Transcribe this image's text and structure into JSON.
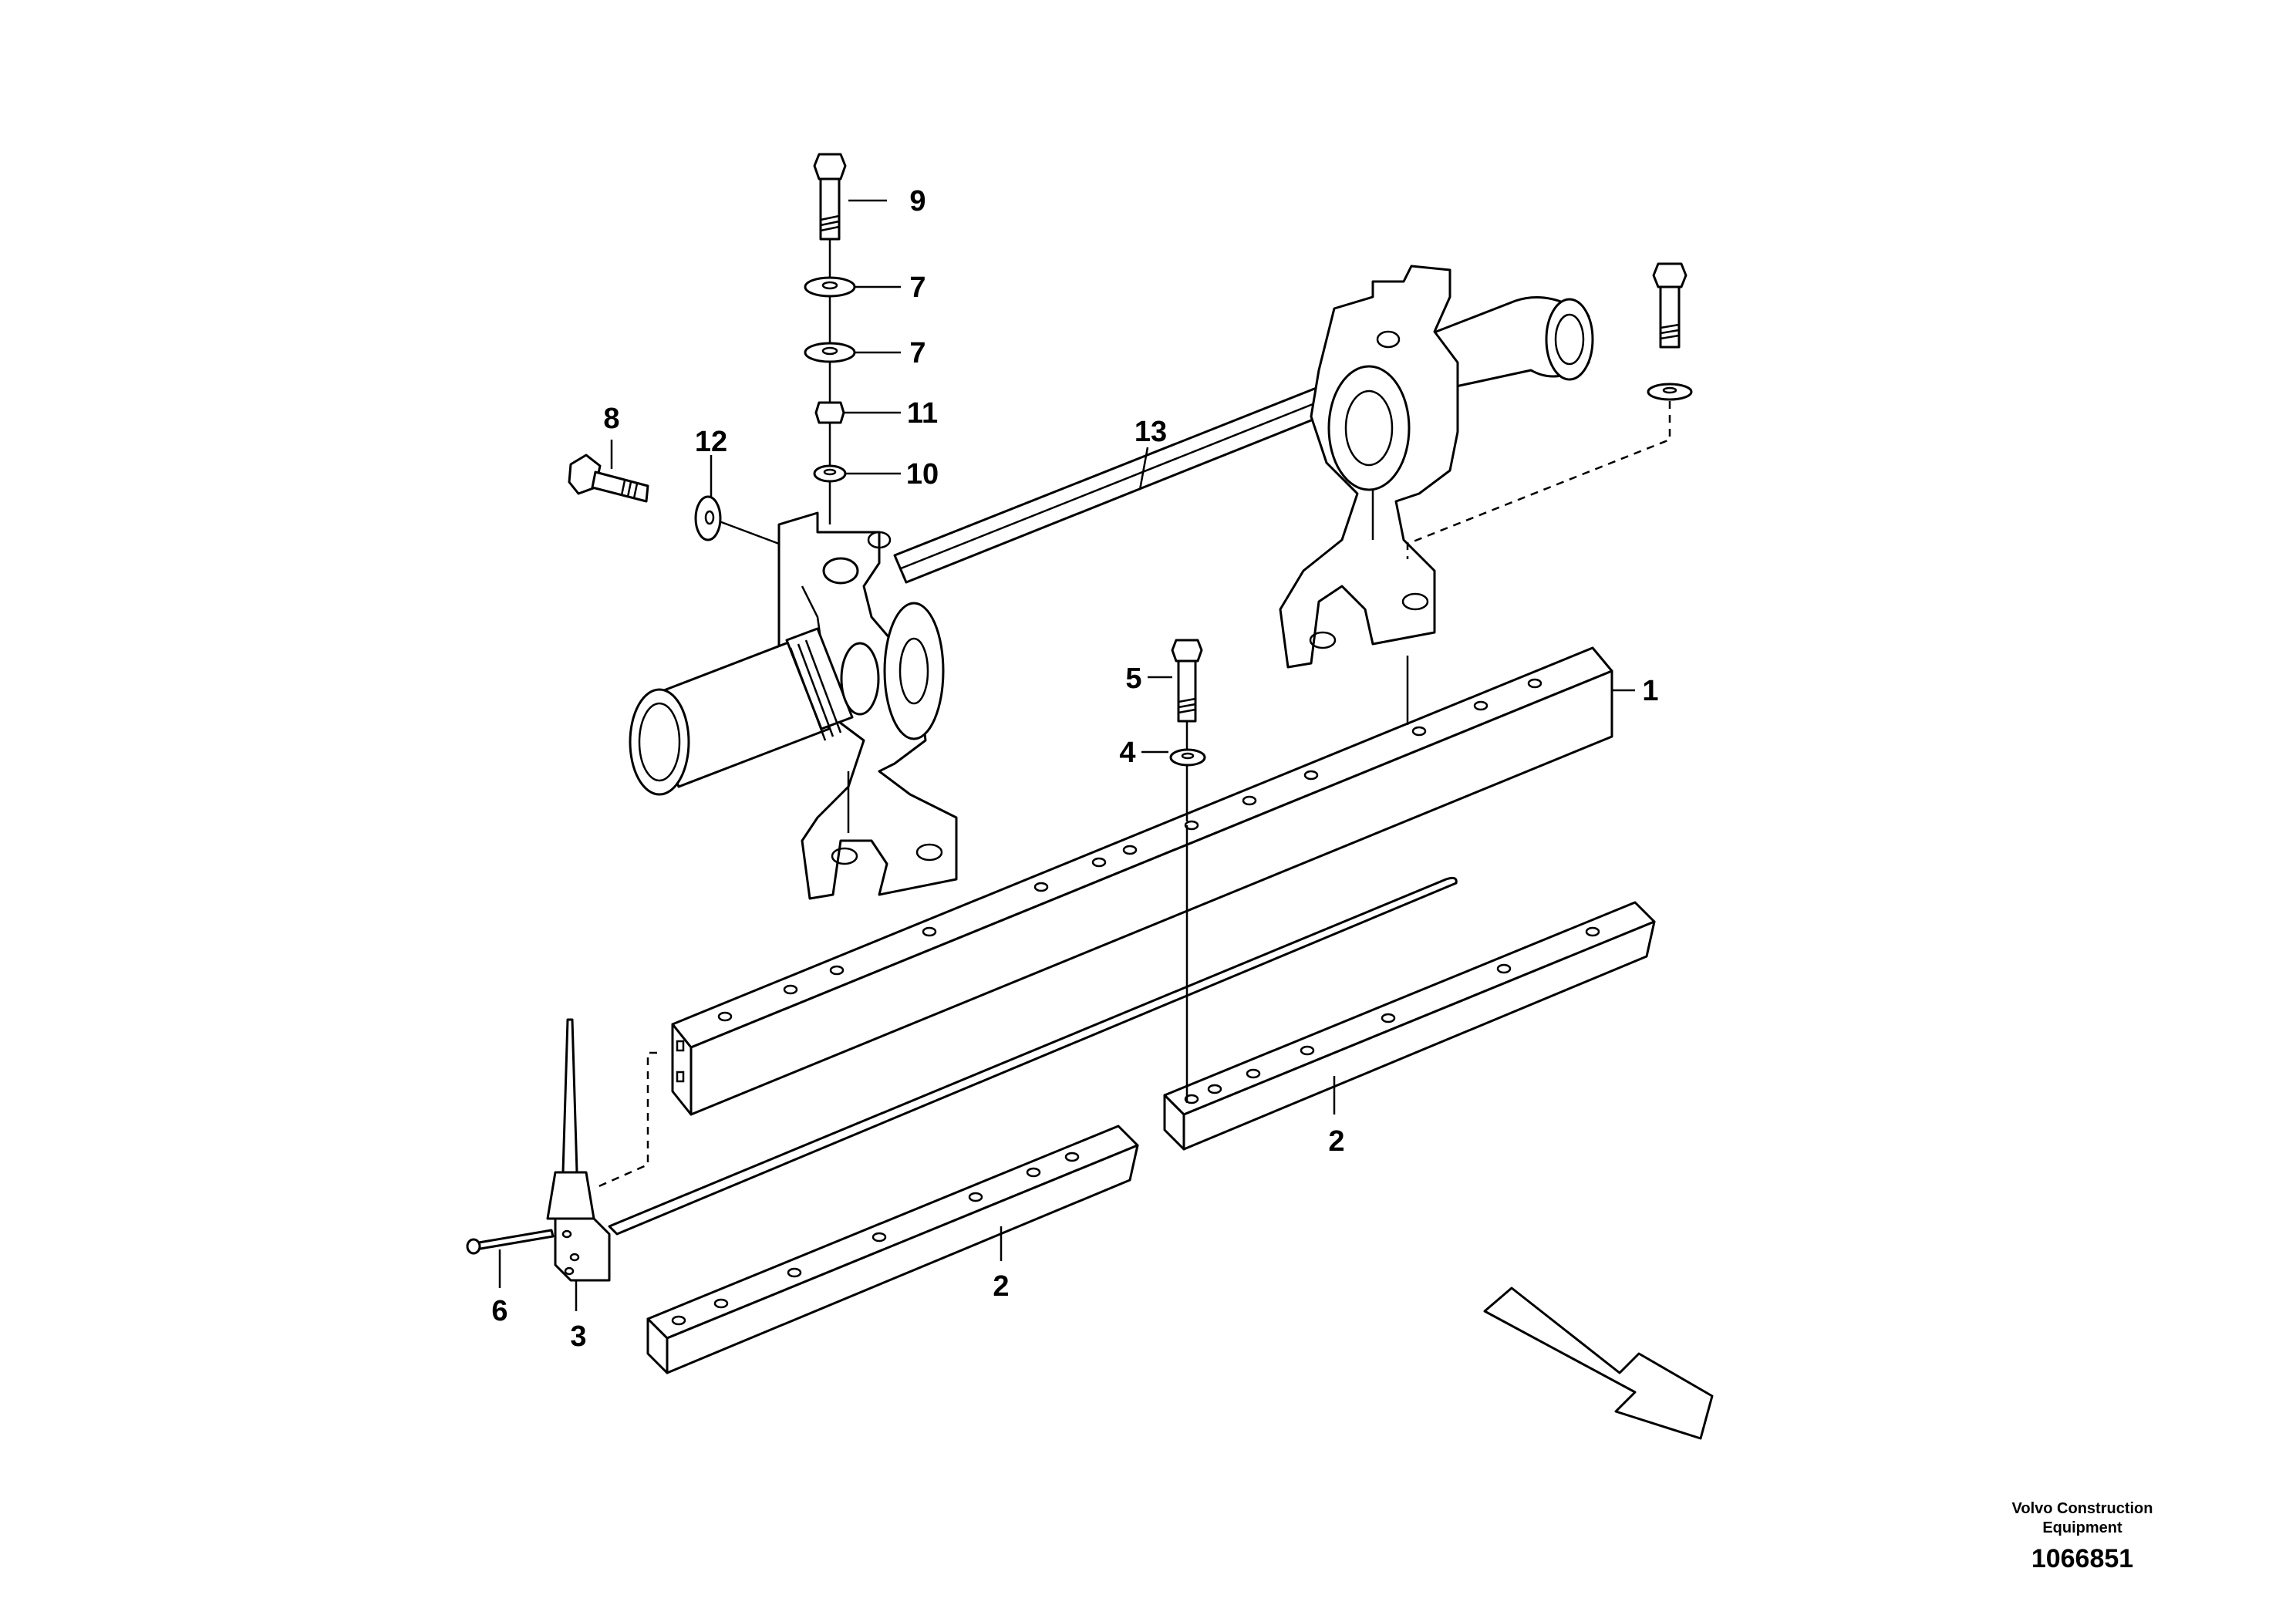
{
  "callouts": {
    "c1": "1",
    "c2a": "2",
    "c2b": "2",
    "c3": "3",
    "c4": "4",
    "c5": "5",
    "c6": "6",
    "c7a": "7",
    "c7b": "7",
    "c8": "8",
    "c9": "9",
    "c10": "10",
    "c11": "11",
    "c12": "12",
    "c13": "13"
  },
  "caption": {
    "brand_line1": "Volvo Construction",
    "brand_line2": "Equipment",
    "drawing_number": "1066851"
  }
}
